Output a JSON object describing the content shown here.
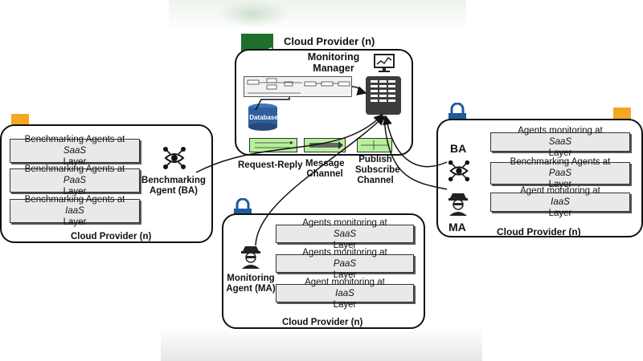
{
  "center": {
    "title": "Cloud Provider (n)",
    "manager_title_1": "Monitoring",
    "manager_title_2": "Manager",
    "database": "Database",
    "request_reply": "Request-Reply",
    "message_channel_1": "Message",
    "message_channel_2": "Channel",
    "pubsub_1": "Publish",
    "pubsub_2": "Subscribe",
    "pubsub_3": "Channel"
  },
  "left": {
    "title": "Cloud Provider (n)",
    "items": [
      {
        "pre": "Benchmarking Agents at ",
        "em": "SaaS",
        "post": "",
        "line2": "Layer"
      },
      {
        "pre": "Benchmarking Agents at ",
        "em": "PaaS",
        "post": "",
        "line2": "Layer"
      },
      {
        "pre": "Benchmarking Agents at ",
        "em": "IaaS",
        "post": "",
        "line2": "Layer"
      }
    ],
    "agent_1": "Benchmarking",
    "agent_2": "Agent (BA)"
  },
  "bottom": {
    "title": "Cloud Provider (n)",
    "items": [
      {
        "pre": "Agents monitoring at ",
        "em": "SaaS",
        "post": " Layer"
      },
      {
        "pre": "Agents monitoring at ",
        "em": "PaaS",
        "post": " Layer"
      },
      {
        "pre": "Agent monitoring at ",
        "em": "IaaS",
        "post": " Layer"
      }
    ],
    "agent_1": "Monitoring",
    "agent_2": "Agent (MA)"
  },
  "right": {
    "title": "Cloud Provider (n)",
    "ba": "BA",
    "ma": "MA",
    "items": [
      {
        "pre": "Agents monitoring at ",
        "em": "SaaS",
        "post": " Layer",
        "line2": ""
      },
      {
        "pre": "Benchmarking Agents at ",
        "em": "PaaS",
        "post": "",
        "line2": "Layer"
      },
      {
        "pre": "Agent monitoring at ",
        "em": "IaaS",
        "post": " Layer",
        "line2": ""
      }
    ]
  },
  "icons": {
    "network_eye": "network-eye-icon",
    "spy_agent": "spy-agent-icon",
    "padlock": "padlock-icon",
    "monitor": "monitor-icon",
    "server": "server-icon",
    "database": "database-icon",
    "leaf": "leaf-icon"
  },
  "colors": {
    "lock_blue": "#1f5b9c",
    "tag_orange": "#f5a623",
    "pipe_green": "#b6f09a",
    "brand_green": "#1f6e2c",
    "db_blue": "#2f5f9e"
  }
}
